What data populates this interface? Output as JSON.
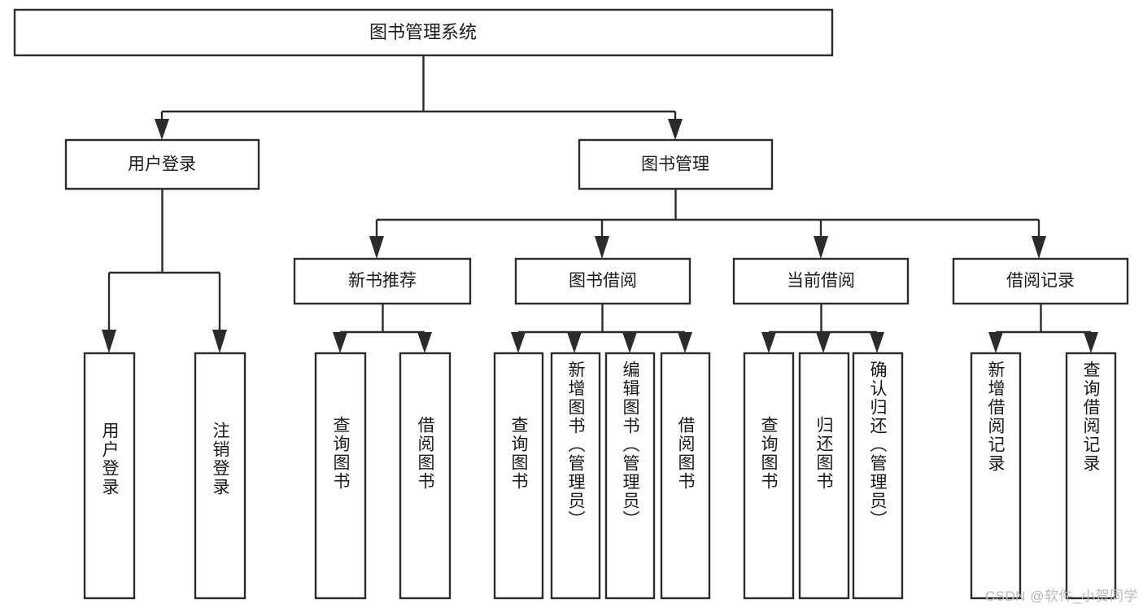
{
  "diagram": {
    "type": "tree-hierarchy",
    "title": "图书管理系统",
    "orientation": "top-down",
    "watermark": "CSDN @软件_小贺同学",
    "colors": {
      "stroke": "#2b2b2b",
      "box_fill": "#ffffff",
      "text": "#1a1a1a",
      "background": "#ffffff",
      "watermark": "#b9b9b9"
    },
    "root": {
      "id": "root",
      "label": "图书管理系统"
    },
    "level2": [
      {
        "id": "user-login",
        "label": "用户登录"
      },
      {
        "id": "book-manage",
        "label": "图书管理"
      }
    ],
    "level3": [
      {
        "id": "new-book-recommend",
        "label": "新书推荐",
        "parent": "book-manage"
      },
      {
        "id": "book-borrow",
        "label": "图书借阅",
        "parent": "book-manage"
      },
      {
        "id": "current-borrow",
        "label": "当前借阅",
        "parent": "book-manage"
      },
      {
        "id": "borrow-record",
        "label": "借阅记录",
        "parent": "book-manage"
      }
    ],
    "leaves": [
      {
        "id": "leaf-user-login",
        "label": "用户登录",
        "parent": "user-login"
      },
      {
        "id": "leaf-logout",
        "label": "注销登录",
        "parent": "user-login"
      },
      {
        "id": "leaf-query-book-1",
        "label": "查询图书",
        "parent": "new-book-recommend"
      },
      {
        "id": "leaf-borrow-book-1",
        "label": "借阅图书",
        "parent": "new-book-recommend"
      },
      {
        "id": "leaf-query-book-2",
        "label": "查询图书",
        "parent": "book-borrow"
      },
      {
        "id": "leaf-add-book",
        "label": "新增图书（管理员）",
        "parent": "book-borrow"
      },
      {
        "id": "leaf-edit-book",
        "label": "编辑图书（管理员）",
        "parent": "book-borrow"
      },
      {
        "id": "leaf-borrow-book-2",
        "label": "借阅图书",
        "parent": "book-borrow"
      },
      {
        "id": "leaf-query-book-3",
        "label": "查询图书",
        "parent": "current-borrow"
      },
      {
        "id": "leaf-return-book",
        "label": "归还图书",
        "parent": "current-borrow"
      },
      {
        "id": "leaf-confirm-return",
        "label": "确认归还（管理员）",
        "parent": "current-borrow"
      },
      {
        "id": "leaf-add-record",
        "label": "新增借阅记录",
        "parent": "borrow-record"
      },
      {
        "id": "leaf-query-record",
        "label": "查询借阅记录",
        "parent": "borrow-record"
      }
    ]
  }
}
